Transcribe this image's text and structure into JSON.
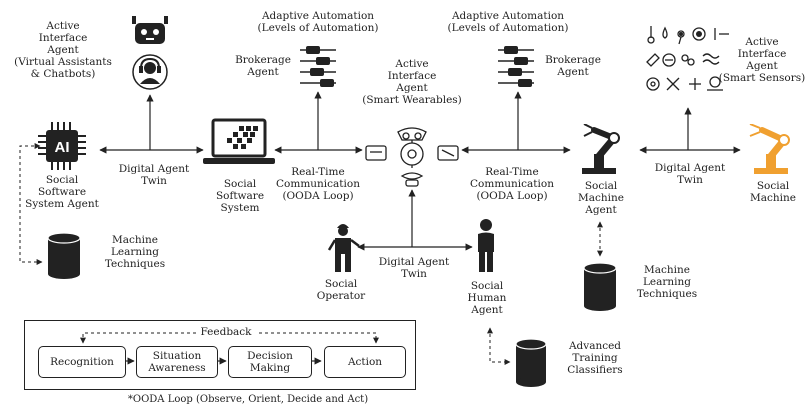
{
  "labels": {
    "active_interface_agent_va": "Active\nInterface\nAgent\n(Virtual Assistants\n& Chatbots)",
    "adaptive_automation_left": "Adaptive Automation\n(Levels of Automation)",
    "adaptive_automation_right": "Adaptive Automation\n(Levels of Automation)",
    "brokerage_agent_left": "Brokerage\nAgent",
    "brokerage_agent_right": "Brokerage\nAgent",
    "active_interface_agent_wearables": "Active\nInterface\nAgent\n(Smart Wearables)",
    "active_interface_agent_sensors": "Active\nInterface\nAgent\n(Smart Sensors)",
    "social_software_system_agent": "Social\nSoftware\nSystem Agent",
    "digital_agent_twin_left": "Digital Agent\nTwin",
    "social_software_system": "Social\nSoftware\nSystem",
    "realtime_comm_left": "Real-Time\nCommunication\n(OODA Loop)",
    "realtime_comm_right": "Real-Time\nCommunication\n(OODA Loop)",
    "social_machine_agent": "Social\nMachine\nAgent",
    "digital_agent_twin_right": "Digital Agent\nTwin",
    "social_machine": "Social\nMachine",
    "ml_techniques_left": "Machine\nLearning\nTechniques",
    "ml_techniques_right": "Machine\nLearning\nTechniques",
    "social_operator": "Social\nOperator",
    "digital_agent_twin_center": "Digital Agent\nTwin",
    "social_human_agent": "Social\nHuman\nAgent",
    "advanced_training": "Advanced\nTraining\nClassifiers",
    "ai_chip_text": "AI"
  },
  "ooda": {
    "feedback": "Feedback",
    "steps": [
      "Recognition",
      "Situation\nAwareness",
      "Decision\nMaking",
      "Action"
    ],
    "footnote": "*OODA Loop (Observe, Orient, Decide and Act)"
  },
  "colors": {
    "ink": "#222222",
    "robot_arm_orange": "#f0a030"
  }
}
